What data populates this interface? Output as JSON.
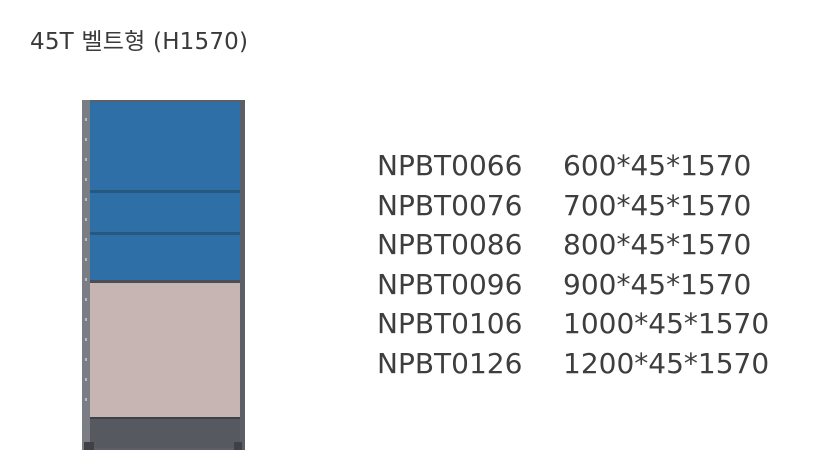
{
  "header": {
    "title": "45T 벨트형 (H1570)"
  },
  "panel": {
    "image_label": "partition-panel",
    "colors": {
      "frame": "#5c6066",
      "blue_fabric": "#2f6fa8",
      "blue_line": "#25597f",
      "pink_fabric": "#c7b5b4",
      "base": "#565a60"
    }
  },
  "specs": [
    {
      "code": "NPBT0066",
      "size": "600*45*1570"
    },
    {
      "code": "NPBT0076",
      "size": "700*45*1570"
    },
    {
      "code": "NPBT0086",
      "size": "800*45*1570"
    },
    {
      "code": "NPBT0096",
      "size": "900*45*1570"
    },
    {
      "code": "NPBT0106",
      "size": "1000*45*1570"
    },
    {
      "code": "NPBT0126",
      "size": "1200*45*1570"
    }
  ]
}
